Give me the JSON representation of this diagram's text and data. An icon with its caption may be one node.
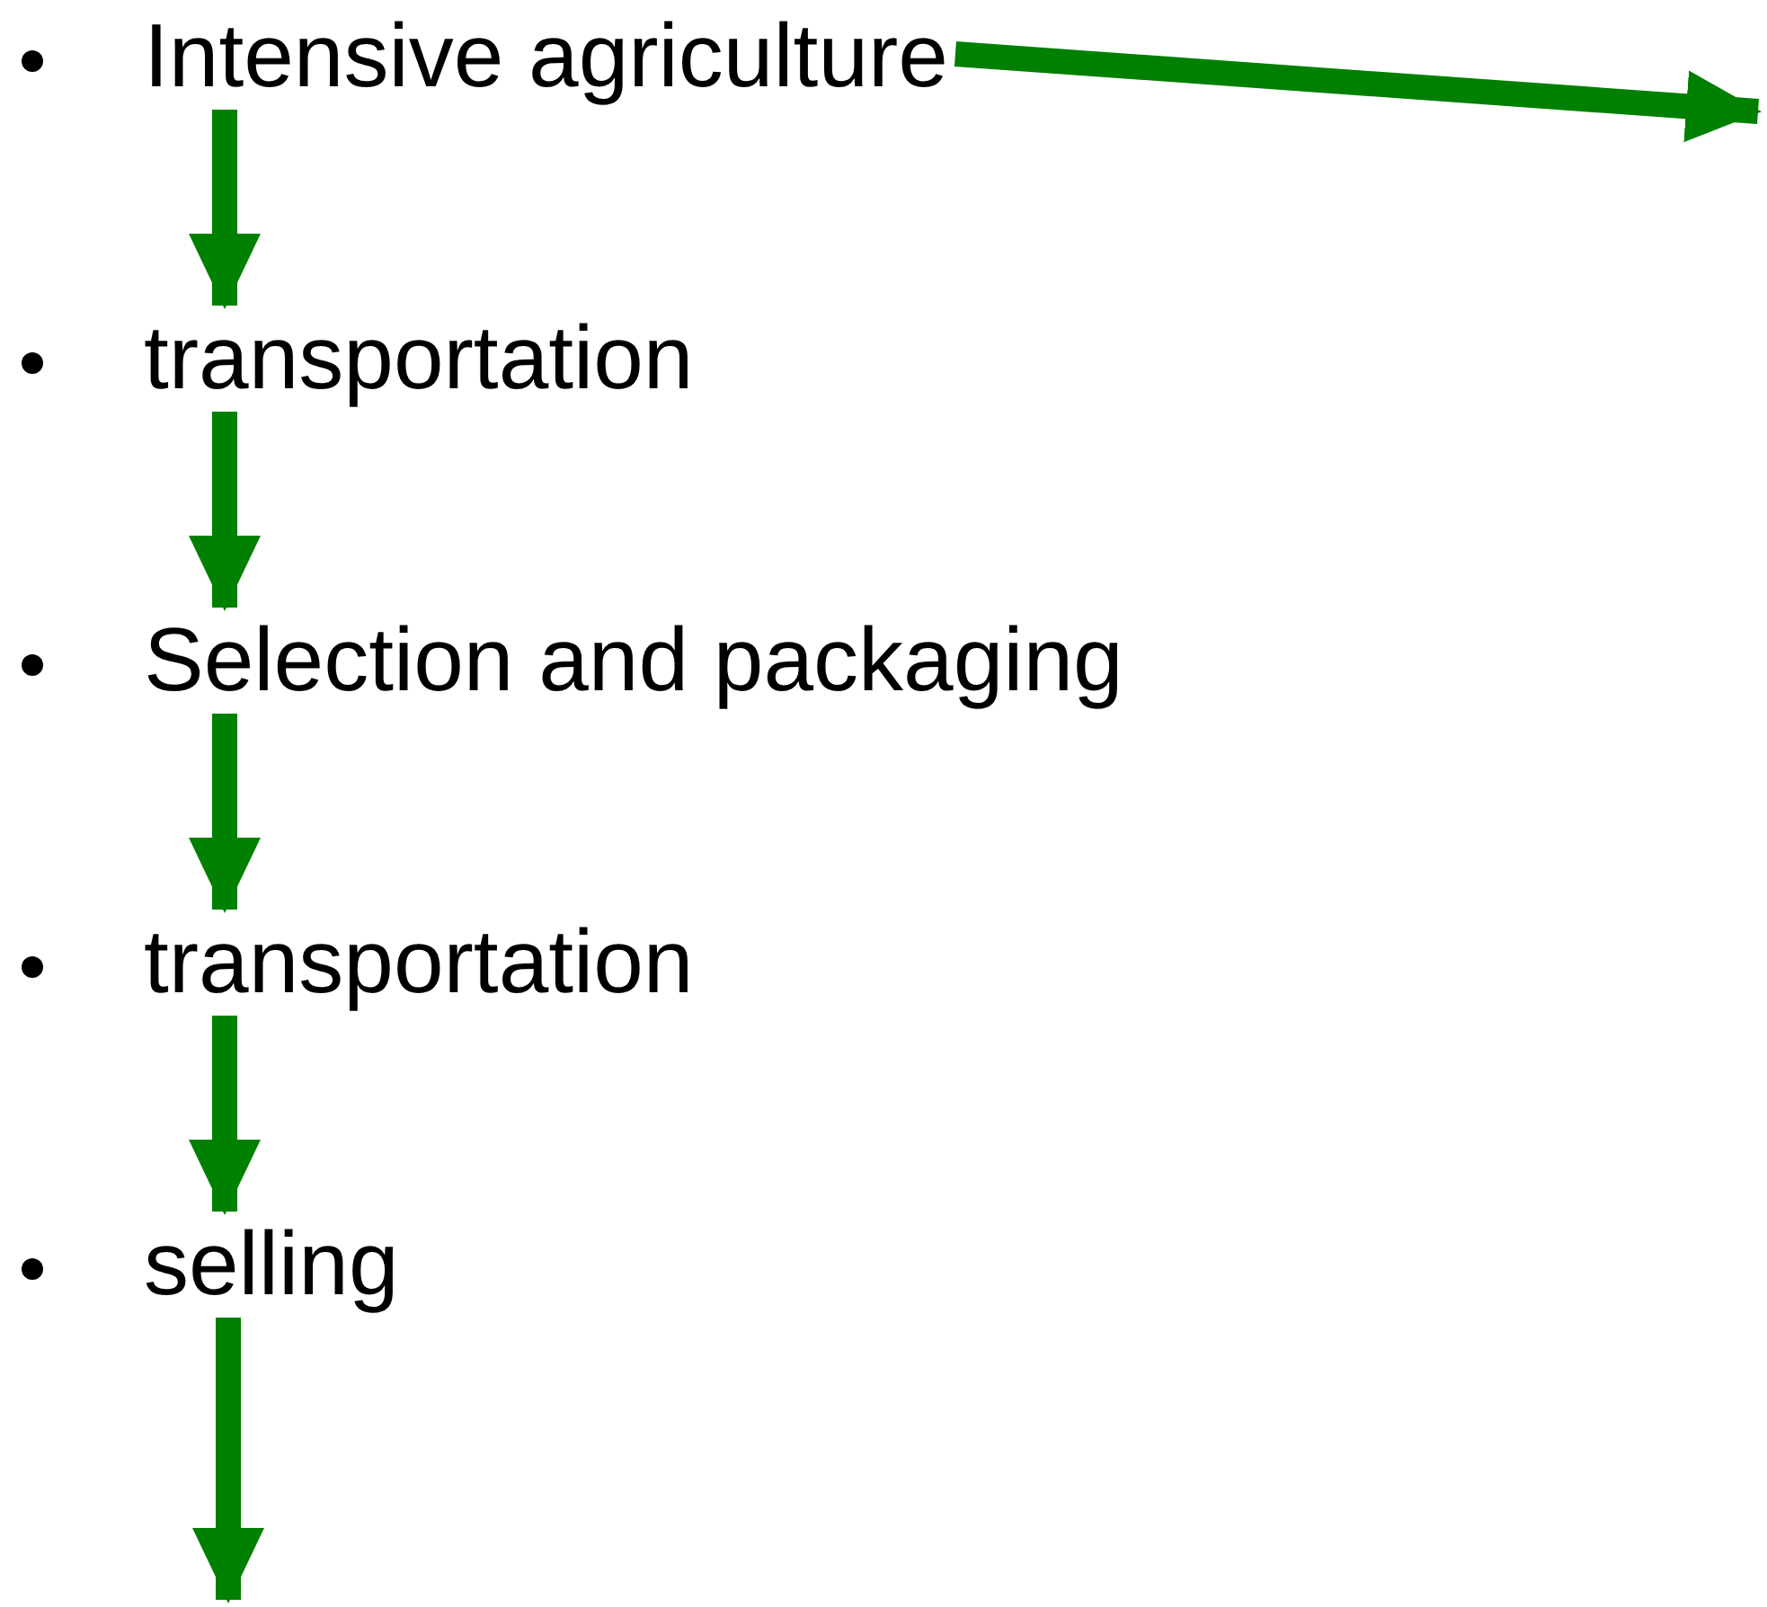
{
  "diagram": {
    "nodes": [
      {
        "text": [
          "Intensive agriculture"
        ]
      },
      {
        "text": [
          "transportation"
        ]
      },
      {
        "text": [
          "Selection and packaging"
        ]
      },
      {
        "text": [
          "transportation"
        ]
      },
      {
        "text": [
          "selling"
        ]
      }
    ],
    "edges": [
      {
        "from": 0,
        "to": null,
        "arrow": "to"
      },
      {
        "from": 0,
        "to": 1,
        "arrow": "to"
      },
      {
        "from": 1,
        "to": 2,
        "arrow": "to"
      },
      {
        "from": 2,
        "to": 3,
        "arrow": "to"
      },
      {
        "from": 3,
        "to": 4,
        "arrow": "to"
      },
      {
        "from": 4,
        "to": null,
        "arrow": "to"
      }
    ]
  }
}
